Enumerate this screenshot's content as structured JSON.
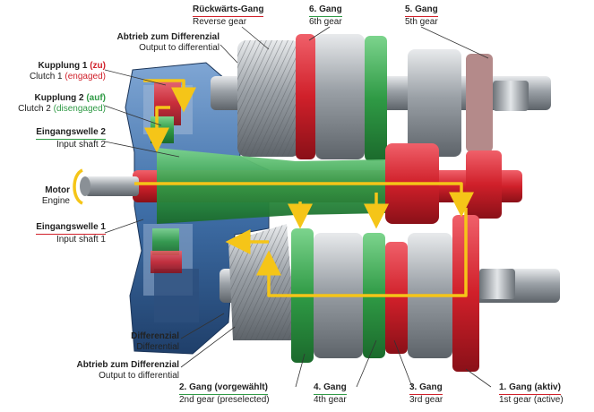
{
  "labels": {
    "reverse": {
      "de": "Rückwärts-Gang",
      "en": "Reverse gear"
    },
    "gear6": {
      "de": "6. Gang",
      "en": "6th gear"
    },
    "gear5": {
      "de": "5. Gang",
      "en": "5th gear"
    },
    "output_top": {
      "de": "Abtrieb zum Differenzial",
      "en": "Output to differential"
    },
    "clutch1": {
      "de": "Kupplung 1",
      "de_state": "(zu)",
      "en": "Clutch 1",
      "en_state": "(engaged)"
    },
    "clutch2": {
      "de": "Kupplung 2",
      "de_state": "(auf)",
      "en": "Clutch 2",
      "en_state": "(disengaged)"
    },
    "input2": {
      "de": "Eingangswelle 2",
      "en": "Input shaft 2"
    },
    "motor": {
      "de": "Motor",
      "en": "Engine"
    },
    "input1": {
      "de": "Eingangswelle 1",
      "en": "Input shaft 1"
    },
    "differential": {
      "de": "Differenzial",
      "en": "Differential"
    },
    "output_bottom": {
      "de": "Abtrieb zum Differenzial",
      "en": "Output to differential"
    },
    "gear2": {
      "de": "2. Gang (vorgewählt)",
      "en": "2nd gear (preselected)"
    },
    "gear4": {
      "de": "4. Gang",
      "en": "4th gear"
    },
    "gear3": {
      "de": "3. Gang",
      "en": "3rd gear"
    },
    "gear1": {
      "de": "1. Gang (aktiv)",
      "en": "1st gear (active)"
    }
  },
  "colors": {
    "active": "#d0202a",
    "preselected": "#2f9a45",
    "flow": "#f5c518",
    "housing": "#3f6fa8",
    "metal": "#b8bcc2"
  }
}
